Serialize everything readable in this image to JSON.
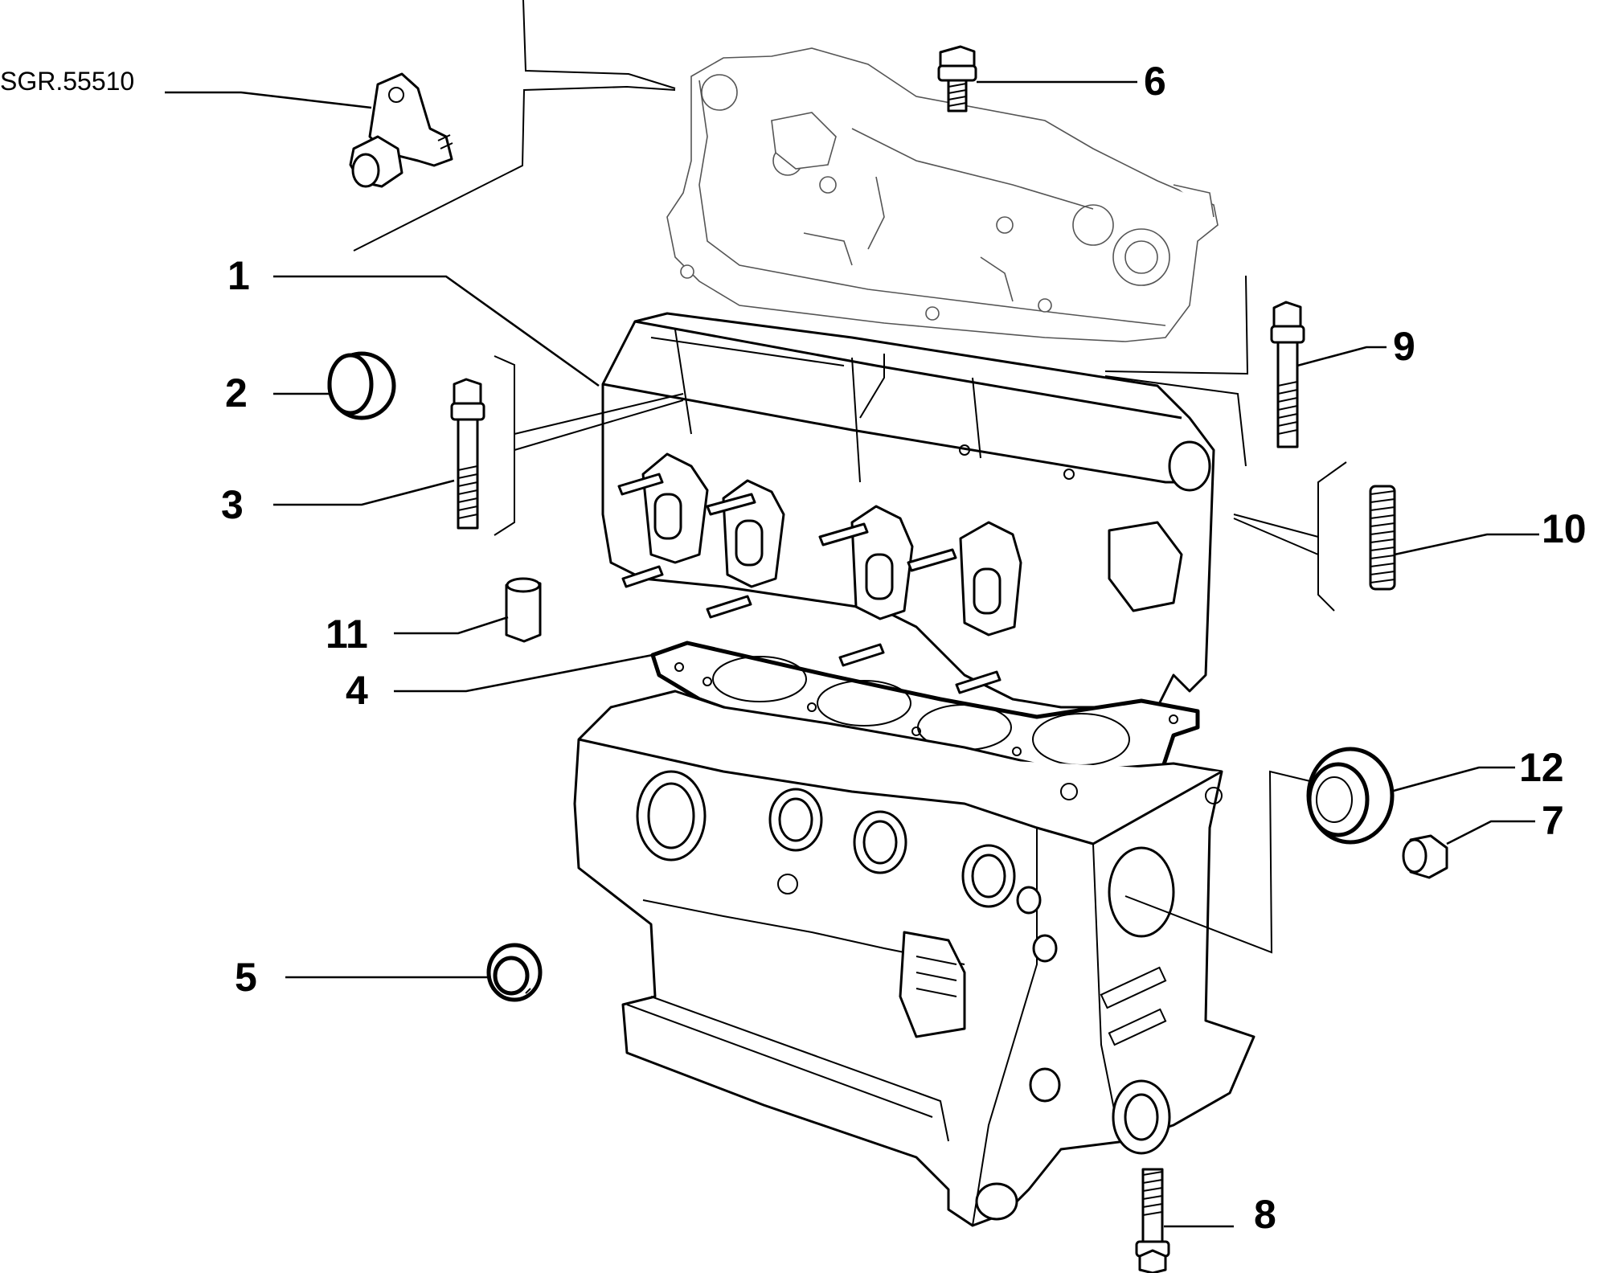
{
  "reference_code": "SGR.55510",
  "callouts": [
    {
      "id": "1",
      "label": "1"
    },
    {
      "id": "2",
      "label": "2"
    },
    {
      "id": "3",
      "label": "3"
    },
    {
      "id": "4",
      "label": "4"
    },
    {
      "id": "5",
      "label": "5"
    },
    {
      "id": "6",
      "label": "6"
    },
    {
      "id": "7",
      "label": "7"
    },
    {
      "id": "8",
      "label": "8"
    },
    {
      "id": "9",
      "label": "9"
    },
    {
      "id": "10",
      "label": "10"
    },
    {
      "id": "11",
      "label": "11"
    },
    {
      "id": "12",
      "label": "12"
    }
  ]
}
